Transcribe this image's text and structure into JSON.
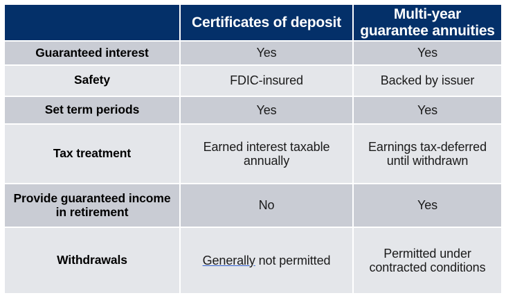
{
  "table": {
    "headers": {
      "label_column": "",
      "columns": [
        "Certificates of deposit",
        "Multi-year guarantee annuities"
      ]
    },
    "rows": [
      {
        "label": "Guaranteed interest",
        "cells": [
          "Yes",
          "Yes"
        ],
        "shade": "dark"
      },
      {
        "label": "Safety",
        "cells": [
          "FDIC-insured",
          "Backed by issuer"
        ],
        "shade": "light"
      },
      {
        "label": "Set term periods",
        "cells": [
          "Yes",
          "Yes"
        ],
        "shade": "dark"
      },
      {
        "label": "Tax treatment",
        "cells": [
          "Earned interest taxable annually",
          "Earnings tax-deferred until withdrawn"
        ],
        "shade": "light"
      },
      {
        "label": "Provide guaranteed income in retirement",
        "cells": [
          "No",
          "Yes"
        ],
        "shade": "dark"
      },
      {
        "label": "Withdrawals",
        "cells": [
          "Generally not permitted",
          "Permitted under contracted conditions"
        ],
        "shade": "light",
        "link": {
          "text": "Generally",
          "rest": " not permitted"
        }
      }
    ]
  },
  "colors": {
    "header_background": "#043069",
    "header_text": "#ffffff",
    "row_shade_dark": "#c9ccd4",
    "row_shade_light": "#e4e6ea",
    "page_background": "#ffffff",
    "body_text": "#1a1a1a",
    "link_underline": "#2f5fd0"
  }
}
